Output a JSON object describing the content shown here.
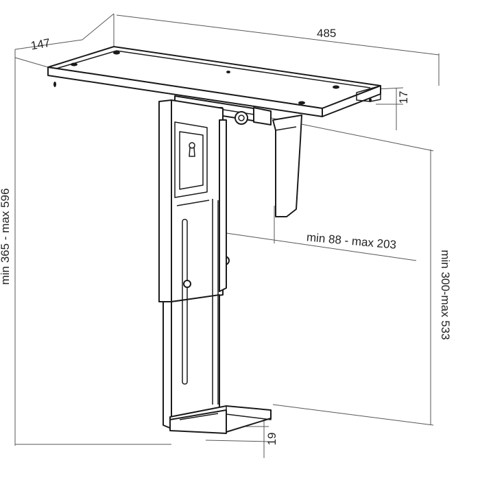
{
  "diagram": {
    "dimensions": {
      "top_width": "485",
      "top_depth": "147",
      "plate_thickness": "17",
      "overall_height": "min 365 - max 596",
      "case_width": "min 88 - max 203",
      "case_height": "min 300-max 533",
      "base_thickness": "19"
    },
    "colors": {
      "line": "#1a1a1a",
      "dimension_line": "#555555",
      "background": "#ffffff"
    }
  }
}
